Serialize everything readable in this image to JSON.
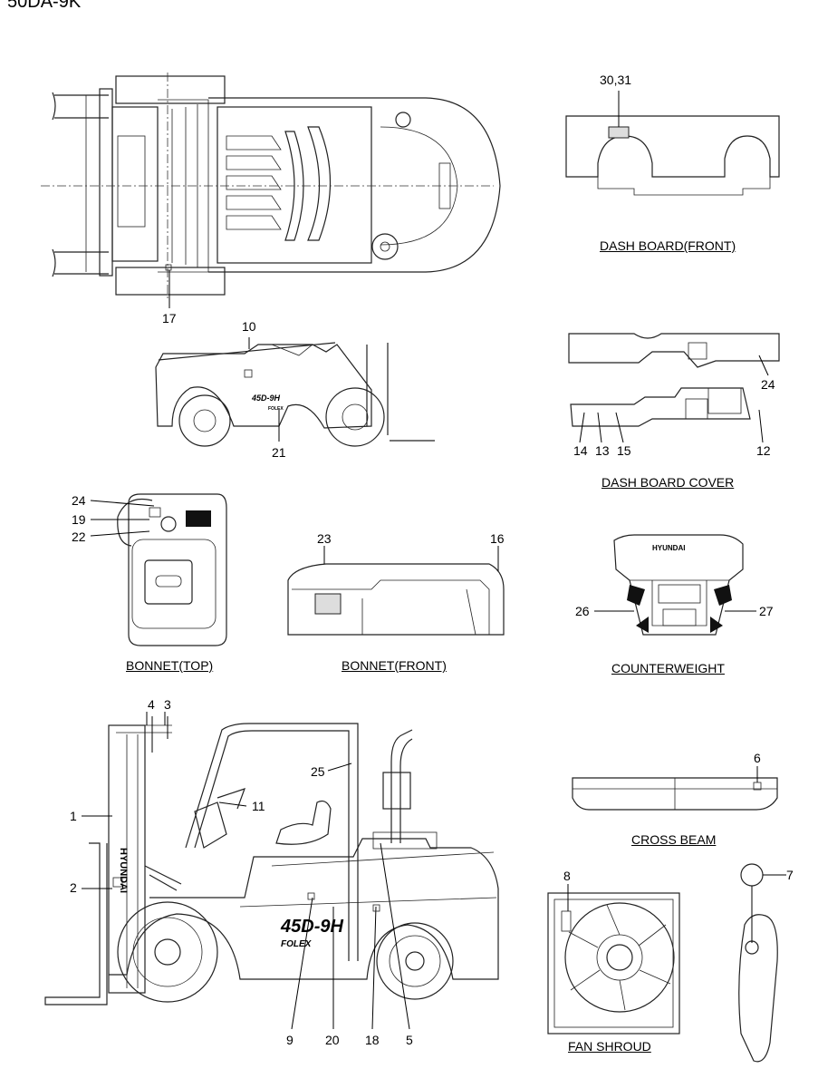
{
  "model_code": "50DA-9K",
  "sections": {
    "dash_board_front": "DASH BOARD(FRONT)",
    "dash_board_cover": "DASH BOARD COVER",
    "bonnet_top": "BONNET(TOP)",
    "bonnet_front": "BONNET(FRONT)",
    "counterweight": "COUNTERWEIGHT",
    "cross_beam": "CROSS BEAM",
    "fan_shroud": "FAN SHROUD"
  },
  "part_numbers": {
    "p30_31": "30,31",
    "p17": "17",
    "p10": "10",
    "p21": "21",
    "p24a": "24",
    "p14": "14",
    "p13": "13",
    "p15": "15",
    "p12": "12",
    "p24b": "24",
    "p19": "19",
    "p22": "22",
    "p23": "23",
    "p16": "16",
    "p26": "26",
    "p27": "27",
    "p4": "4",
    "p3": "3",
    "p25": "25",
    "p11": "11",
    "p1": "1",
    "p2": "2",
    "p6": "6",
    "p8": "8",
    "p7": "7",
    "p9": "9",
    "p20": "20",
    "p18": "18",
    "p5": "5"
  },
  "decals": {
    "model_badge_small": "45D-9H",
    "brand_small": "FOLEX",
    "model_badge_large": "45D-9H",
    "brand_large": "FOLEX",
    "counterweight_brand": "HYUNDAI",
    "mast_brand": "HYUNDAI"
  }
}
